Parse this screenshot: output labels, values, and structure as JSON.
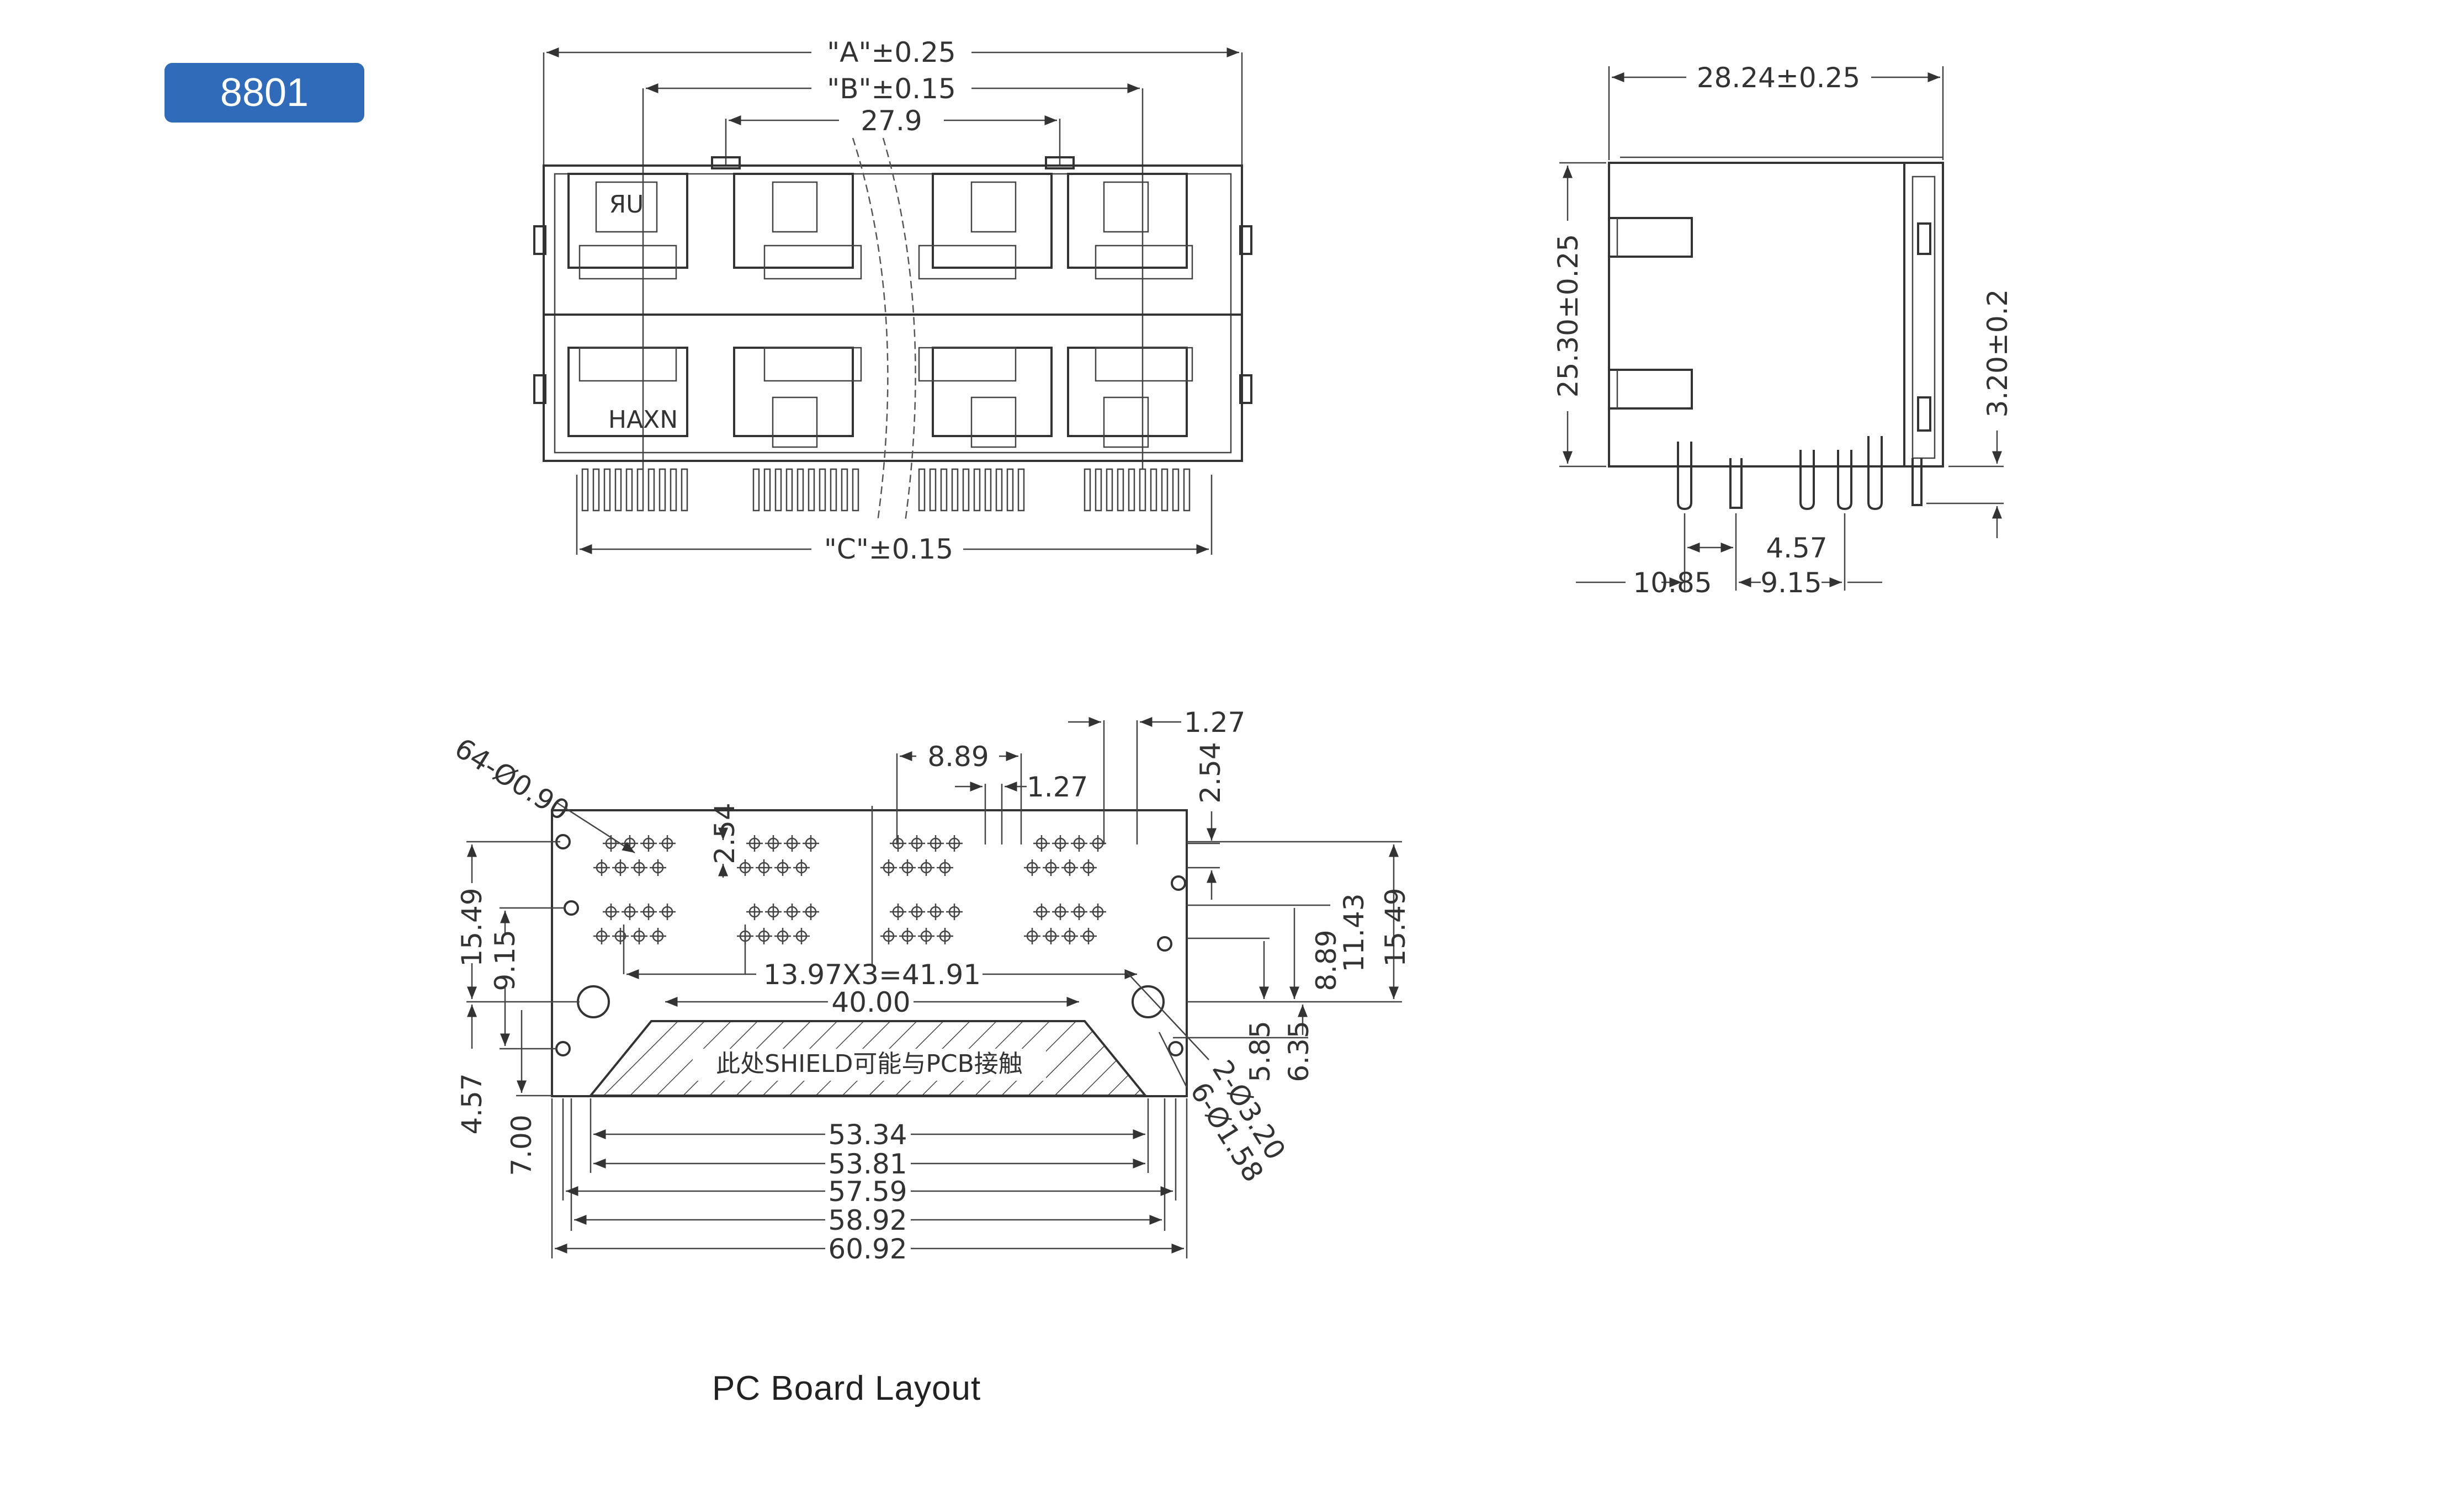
{
  "model": "8801",
  "pcb_title": "PC Board Layout",
  "front_view": {
    "dim_a": "\"A\"±0.25",
    "dim_b": "\"B\"±0.15",
    "dim_pitch": "27.9",
    "dim_c": "\"C\"±0.15",
    "marking_ul": "ЯU",
    "marking_brand": "HAXN"
  },
  "side_view": {
    "depth": "28.24±0.25",
    "height": "25.30±0.25",
    "standoff": "3.20±0.2",
    "pin_spacing": "4.57",
    "offset_left": "10.85",
    "offset_right": "9.15"
  },
  "pcb_layout": {
    "hole_count": "64-Ø0.90",
    "pitch_1_27_top": "1.27",
    "pitch_8_89": "8.89",
    "pitch_1_27": "1.27",
    "pitch_2_54_v": "2.54",
    "pitch_2_54_right": "2.54",
    "port_pitch": "13.97X3=41.91",
    "width_40": "40.00",
    "shield_note": "此处SHIELD可能与PCB接触",
    "mount_holes": "2-Ø3.20",
    "shield_holes": "6-Ø1.58",
    "left_15_49": "15.49",
    "left_9_15": "9.15",
    "left_4_57": "4.57",
    "left_7_00": "7.00",
    "right_8_89": "8.89",
    "right_11_43": "11.43",
    "right_15_49": "15.49",
    "right_5_85": "5.85",
    "right_6_35": "6.35",
    "w_53_34": "53.34",
    "w_53_81": "53.81",
    "w_57_59": "57.59",
    "w_58_92": "58.92",
    "w_60_92": "60.92"
  }
}
